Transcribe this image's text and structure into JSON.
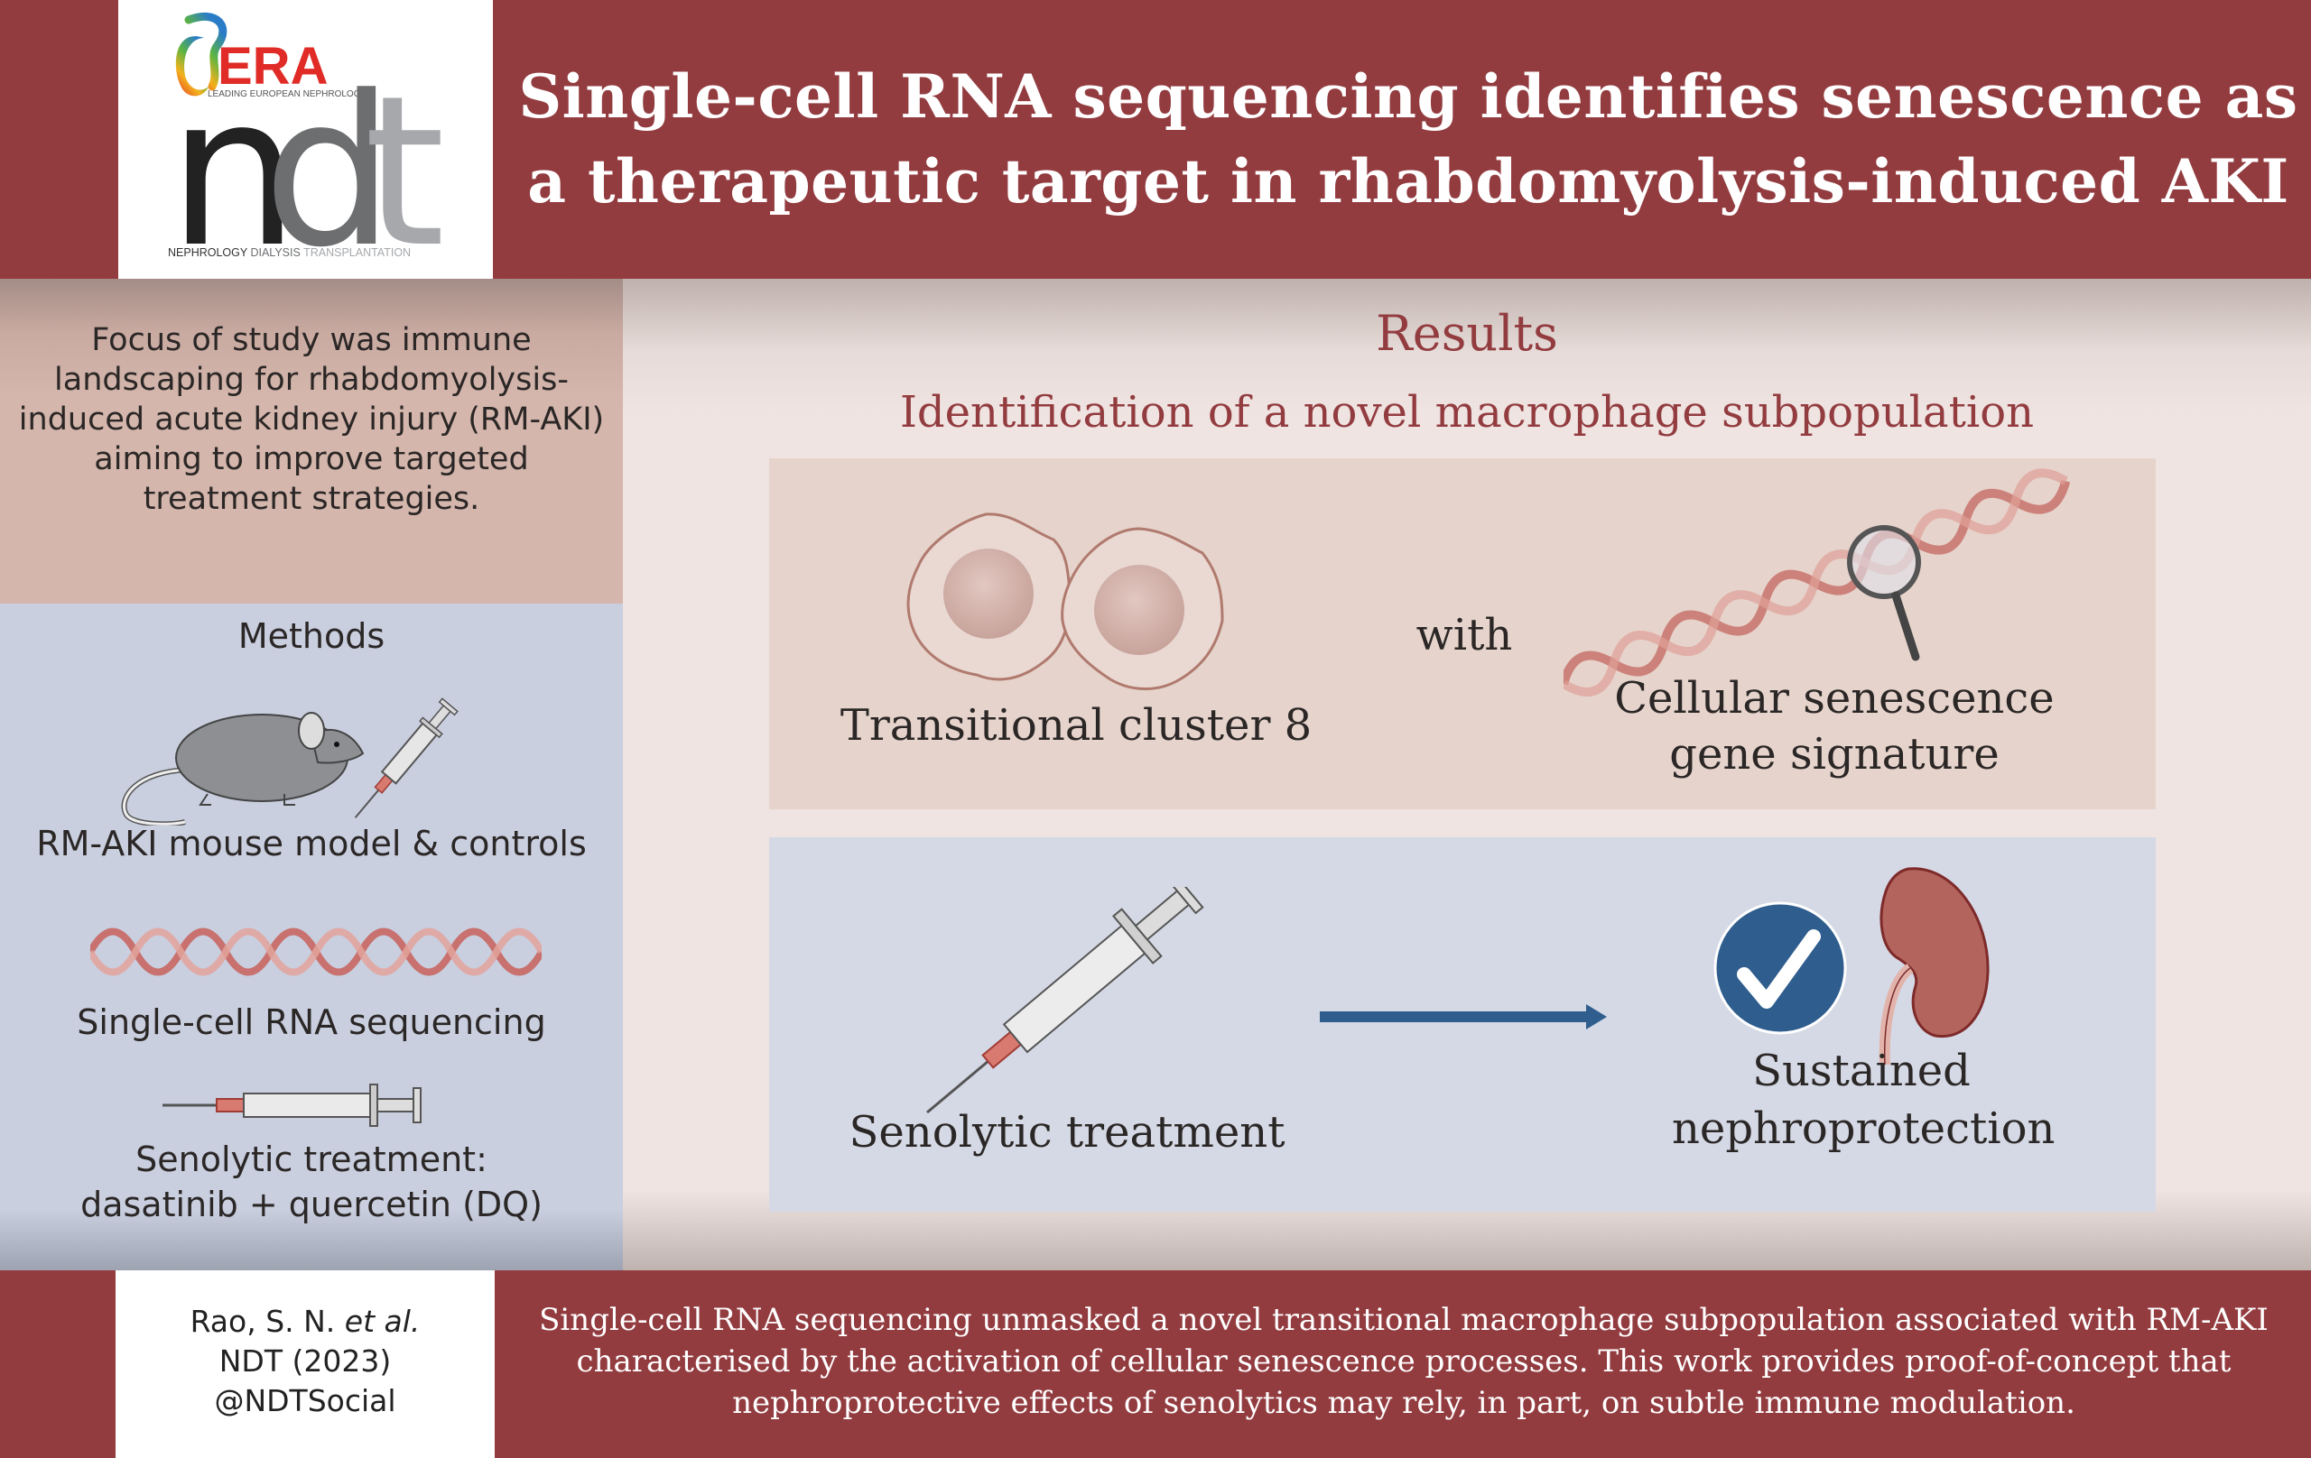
{
  "header": {
    "logo": {
      "brand": "ERA",
      "tagline": "LEADING EUROPEAN NEPHROLOGY",
      "journal_mark": "ndt",
      "journal_name_parts": [
        "NEPHROLOGY",
        "DIALYSIS",
        "TRANSPLANTATION"
      ]
    },
    "title": "Single-cell RNA sequencing identifies senescence as a therapeutic target in rhabdomyolysis-induced AKI"
  },
  "left_panel": {
    "focus_text": "Focus of study was immune landscaping for rhabdomyolysis-induced acute kidney injury (RM-AKI) aiming to improve targeted treatment strategies.",
    "methods_heading": "Methods",
    "methods": [
      {
        "icon": "mouse-with-syringe-icon",
        "label": "RM-AKI mouse model & controls"
      },
      {
        "icon": "dna-helix-icon",
        "label": "Single-cell RNA sequencing"
      },
      {
        "icon": "syringe-icon",
        "label_line1": "Senolytic treatment:",
        "label_line2": "dasatinib + quercetin (DQ)"
      }
    ]
  },
  "results": {
    "heading": "Results",
    "subheading": "Identification of a novel macrophage subpopulation",
    "top_panel": {
      "left_icon": "cells-icon",
      "left_label": "Transitional cluster 8",
      "connector": "with",
      "right_icon": "dna-magnifier-icon",
      "right_label_line1": "Cellular senescence",
      "right_label_line2": "gene signature"
    },
    "bottom_panel": {
      "left_icon": "syringe-icon",
      "left_label": "Senolytic treatment",
      "arrow_icon": "arrow-right-icon",
      "right_icons": [
        "checkmark-icon",
        "kidney-icon"
      ],
      "right_label_line1": "Sustained",
      "right_label_line2": "nephroprotection"
    }
  },
  "footer": {
    "citation_author": "Rao, S. N. ",
    "citation_etal": "et al.",
    "citation_journal": "NDT (2023)",
    "citation_handle": "@NDTSocial",
    "summary": "Single-cell RNA sequencing unmasked a novel transitional macrophage subpopulation associated with RM-AKI characterised by the activation of cellular senescence processes. This work provides proof-of-concept that nephroprotective effects of senolytics may rely, in part, on subtle immune modulation."
  },
  "colors": {
    "brand_red": "#933c40",
    "panel_pink": "#e6d4cc",
    "panel_blue": "#d5d9e5",
    "left_pink": "#d4b6ac",
    "left_blue": "#c9cfdf",
    "check_blue": "#2e5d8e",
    "text_dark": "#2b2726"
  }
}
